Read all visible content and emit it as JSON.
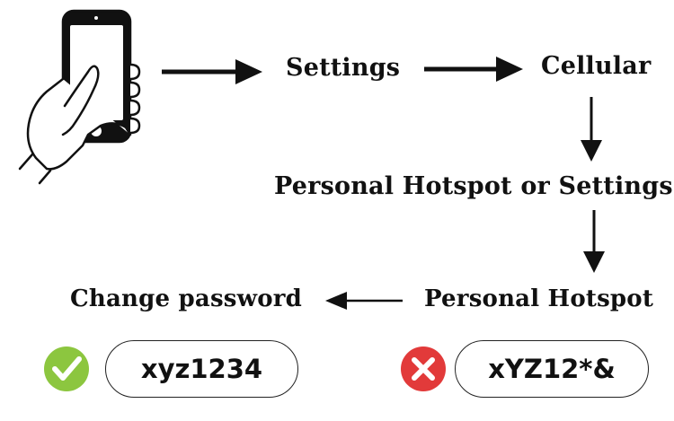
{
  "steps": {
    "settings": "Settings",
    "cellular": "Cellular",
    "hotspot_or_settings": "Personal Hotspot or Settings",
    "personal_hotspot": "Personal Hotspot",
    "change_password": "Change password"
  },
  "examples": {
    "good": {
      "password": "xyz1234",
      "icon": "check-icon",
      "color": "#8cc63f"
    },
    "bad": {
      "password": "xYZ12*&",
      "icon": "x-icon",
      "color": "#e23a3a"
    }
  },
  "icons": {
    "hand_phone": "hand-holding-phone-icon"
  }
}
